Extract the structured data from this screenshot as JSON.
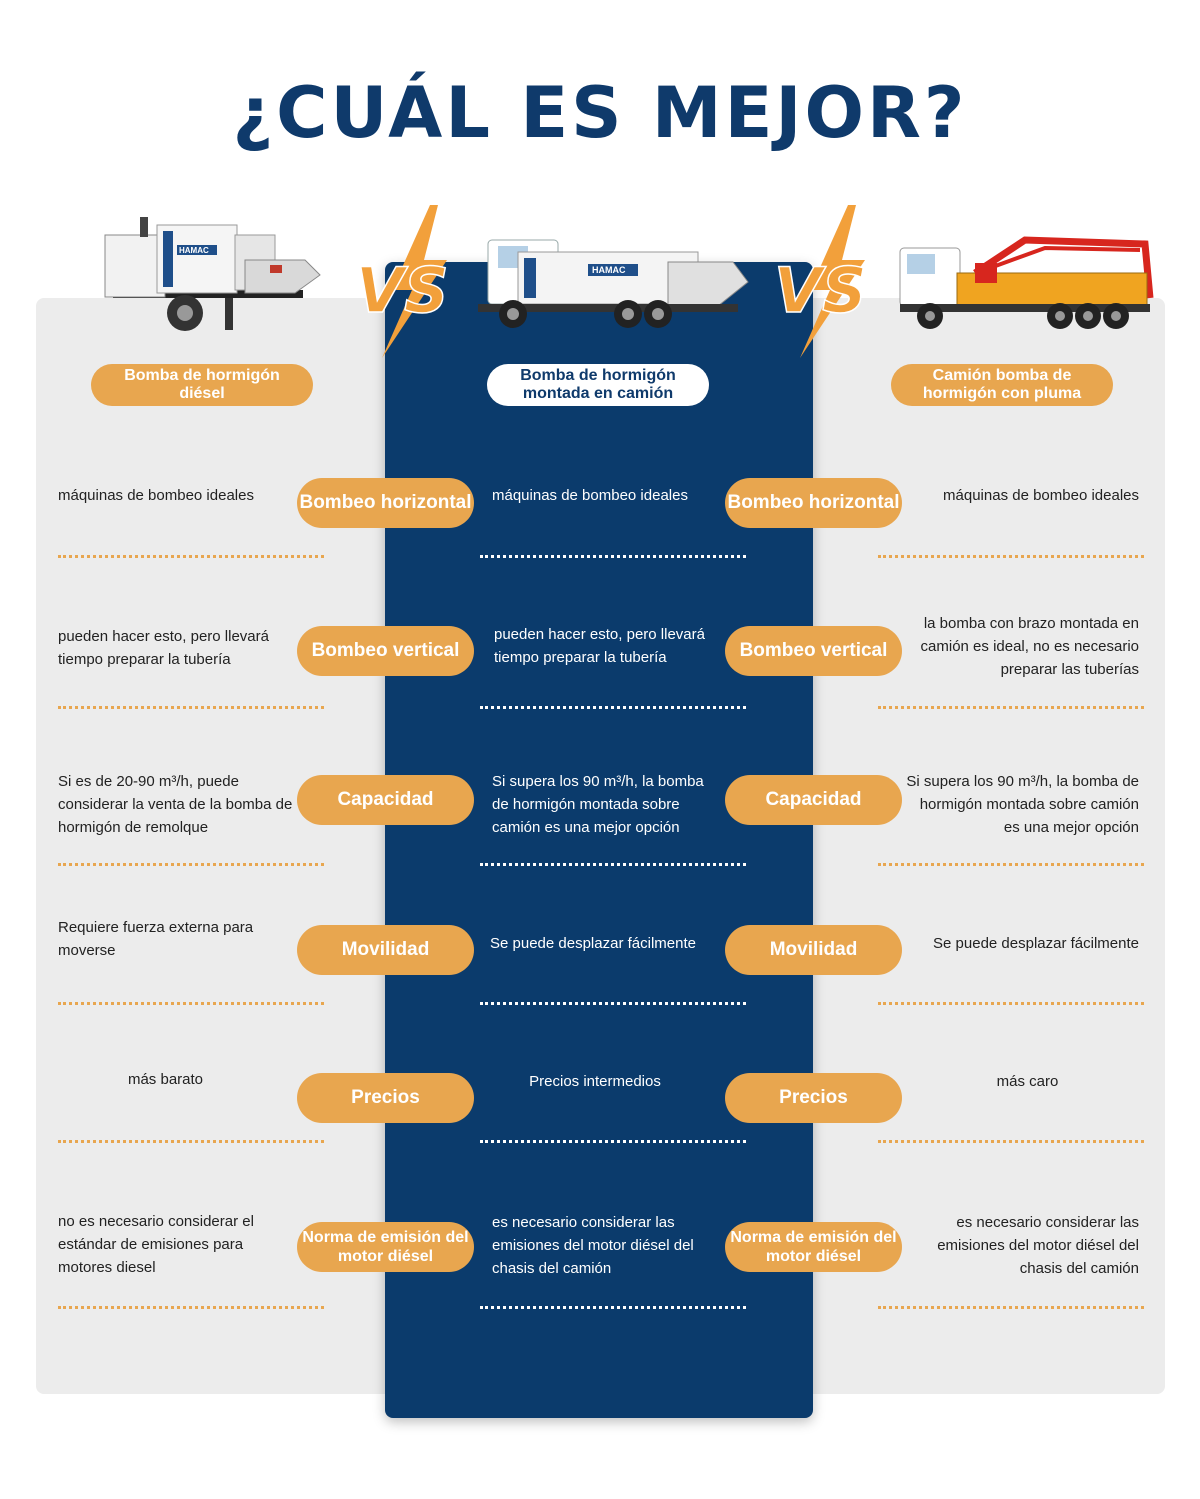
{
  "title": "¿CUÁL ES MEJOR?",
  "vs_text": "VS",
  "colors": {
    "navy": "#0b3b6c",
    "orange": "#e8a64f",
    "panel_gray": "#ececec",
    "title_blue": "#0f3a6b"
  },
  "brand_mark": "HAMAC",
  "columns": [
    "Bomba de hormigón diésel",
    "Bomba de hormigón montada en camión",
    "Camión bomba de hormigón con pluma"
  ],
  "features": [
    "Bombeo horizontal",
    "Bombeo vertical",
    "Capacidad",
    "Movilidad",
    "Precios",
    "Norma de emisión del motor diésel"
  ],
  "rows": [
    [
      "máquinas de bombeo ideales",
      "máquinas de bombeo ideales",
      "máquinas de bombeo ideales"
    ],
    [
      "pueden hacer esto, pero llevará tiempo preparar la tubería",
      "pueden hacer esto, pero llevará tiempo preparar la tubería",
      "la bomba con brazo montada en camión es ideal, no es necesario preparar las tuberías"
    ],
    [
      "Si es de 20-90 m³/h, puede considerar la venta de la bomba de hormigón de remolque",
      "Si supera los 90 m³/h, la bomba de hormigón montada sobre camión es una mejor opción",
      "Si supera los 90 m³/h, la bomba de hormigón montada sobre camión es una mejor opción"
    ],
    [
      "Requiere fuerza externa para moverse",
      "Se puede desplazar fácilmente",
      "Se puede desplazar fácilmente"
    ],
    [
      "más barato",
      "Precios intermedios",
      "más caro"
    ],
    [
      "no es necesario considerar el estándar de emisiones para motores diesel",
      "es necesario considerar las emisiones del motor diésel del chasis del camión",
      "es necesario considerar las emisiones del motor diésel del chasis del camión"
    ]
  ]
}
